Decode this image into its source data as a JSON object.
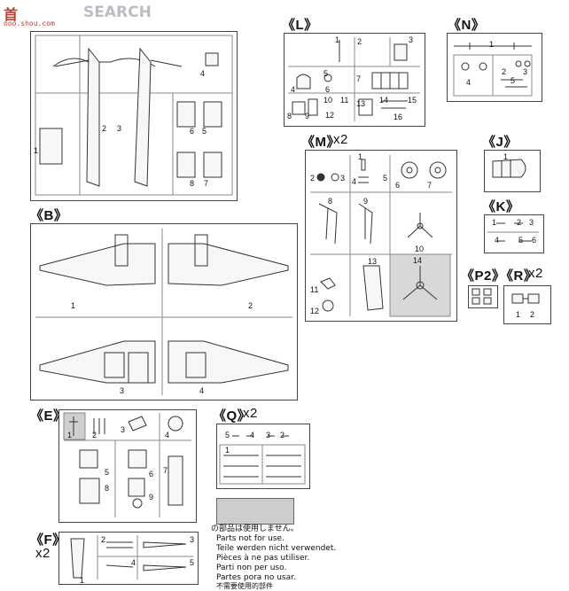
{
  "watermark": {
    "brand": "SEARCH",
    "logo_chars": "首",
    "sub": "ooo.shou.com"
  },
  "frames": {
    "A": {
      "numbers": [
        "1",
        "2",
        "3",
        "4",
        "5",
        "6",
        "7",
        "8"
      ]
    },
    "B": {
      "label": "《B》",
      "numbers": [
        "1",
        "2",
        "3",
        "4"
      ]
    },
    "E": {
      "label": "《E》",
      "numbers": [
        "1",
        "2",
        "3",
        "4",
        "5",
        "6",
        "7",
        "8",
        "9"
      ]
    },
    "F": {
      "label": "《F》",
      "mult": "x2",
      "numbers": [
        "1",
        "2",
        "3",
        "4",
        "5"
      ]
    },
    "L": {
      "label": "《L》",
      "numbers": [
        "1",
        "2",
        "3",
        "4",
        "5",
        "6",
        "7",
        "8",
        "9",
        "10",
        "11",
        "12",
        "13",
        "14",
        "15",
        "16"
      ]
    },
    "M": {
      "label": "《M》",
      "mult": "x2",
      "numbers": [
        "1",
        "2",
        "3",
        "4",
        "5",
        "6",
        "7",
        "8",
        "9",
        "10",
        "11",
        "12",
        "13",
        "14"
      ]
    },
    "N": {
      "label": "《N》",
      "numbers": [
        "1",
        "2",
        "3",
        "4",
        "5"
      ]
    },
    "J": {
      "label": "《J》",
      "numbers": [
        "1"
      ]
    },
    "K": {
      "label": "《K》",
      "numbers": [
        "1",
        "2",
        "3",
        "4",
        "5",
        "6"
      ]
    },
    "P2": {
      "label": "《P2》"
    },
    "R": {
      "label": "《R》",
      "mult": "x2",
      "numbers": [
        "1",
        "2"
      ]
    },
    "Q": {
      "label": "《Q》",
      "mult": "x2",
      "numbers": [
        "1",
        "2",
        "3",
        "4",
        "5"
      ]
    }
  },
  "legend": {
    "lines": [
      "の部品は使用しません。",
      "Parts not for use.",
      "Teile werden nicht verwendet.",
      "Pièces à ne pas utiliser.",
      "Parti non per uso.",
      "Partes pora no usar.",
      "不需要使用的部件"
    ]
  }
}
